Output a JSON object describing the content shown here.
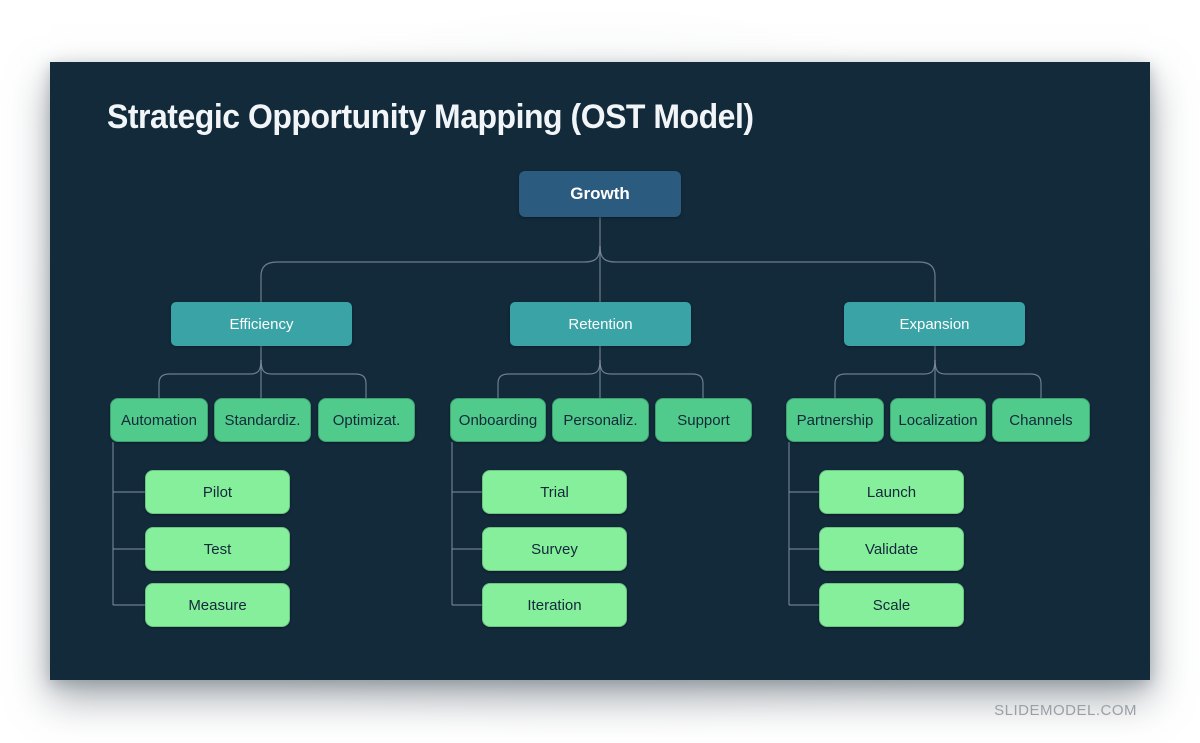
{
  "watermark": "SLIDEMODEL.COM",
  "slide": {
    "title": "Strategic Opportunity Mapping (OST Model)",
    "colors": {
      "page_bg": "#ffffff",
      "slide_bg": "#132a3b",
      "root_fill": "#2b5b7e",
      "branch_fill": "#3aa3a6",
      "leaf_fill": "#50cb8b",
      "task_fill": "#86ef9c",
      "connector": "#8494a0",
      "title_text": "#f2f5f8",
      "dark_text": "#14293a"
    },
    "tree": {
      "root": "Growth",
      "branches": [
        {
          "label": "Efficiency",
          "children": [
            "Automation",
            "Standardiz.",
            "Optimizat."
          ],
          "tasks": [
            "Pilot",
            "Test",
            "Measure"
          ]
        },
        {
          "label": "Retention",
          "children": [
            "Onboarding",
            "Personaliz.",
            "Support"
          ],
          "tasks": [
            "Trial",
            "Survey",
            "Iteration"
          ]
        },
        {
          "label": "Expansion",
          "children": [
            "Partnership",
            "Localization",
            "Channels"
          ],
          "tasks": [
            "Launch",
            "Validate",
            "Scale"
          ]
        }
      ]
    }
  }
}
